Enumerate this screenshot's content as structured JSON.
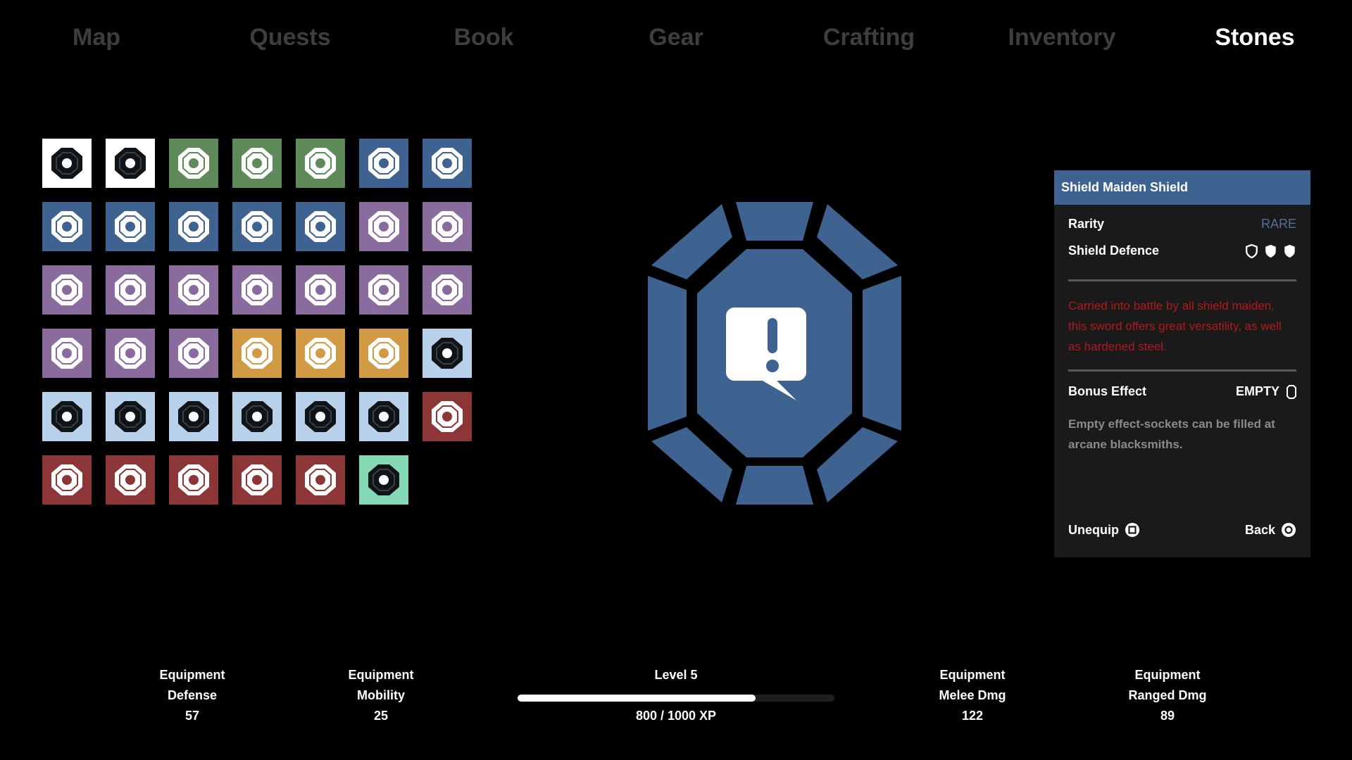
{
  "nav": {
    "tabs": [
      {
        "label": "Map",
        "active": false
      },
      {
        "label": "Quests",
        "active": false
      },
      {
        "label": "Book",
        "active": false
      },
      {
        "label": "Gear",
        "active": false
      },
      {
        "label": "Crafting",
        "active": false
      },
      {
        "label": "Inventory",
        "active": false
      },
      {
        "label": "Stones",
        "active": true
      }
    ]
  },
  "colors": {
    "white": "#ffffff",
    "green": "#5e8a5a",
    "blue": "#3f6390",
    "purple": "#8a6b9e",
    "orange": "#d19a45",
    "lightblue": "#b9d2ec",
    "red": "#8d3638",
    "mint": "#86d9b5",
    "panel_header": "#3f6390",
    "rarity": "#52709a",
    "description_red": "#b2191b"
  },
  "stones": [
    {
      "color": "white",
      "icon": "x-icon"
    },
    {
      "color": "white",
      "icon": "runner-icon"
    },
    {
      "color": "green",
      "icon": "paw-icon"
    },
    {
      "color": "green",
      "icon": "anvil-icon"
    },
    {
      "color": "green",
      "icon": "turtle-icon"
    },
    {
      "color": "blue",
      "icon": "alert-bubble-icon"
    },
    {
      "color": "blue",
      "icon": "crossed-tools-icon"
    },
    {
      "color": "blue",
      "icon": "magnifier-icon"
    },
    {
      "color": "blue",
      "icon": "house-icon"
    },
    {
      "color": "blue",
      "icon": "globe-icon"
    },
    {
      "color": "blue",
      "icon": "chair-icon"
    },
    {
      "color": "blue",
      "icon": "cloud-icon"
    },
    {
      "color": "purple",
      "icon": "claw-icon"
    },
    {
      "color": "purple",
      "icon": "skull-icon"
    },
    {
      "color": "purple",
      "icon": "wolf-icon"
    },
    {
      "color": "purple",
      "icon": "phone-icon"
    },
    {
      "color": "purple",
      "icon": "candles-icon"
    },
    {
      "color": "purple",
      "icon": "ring-icon"
    },
    {
      "color": "purple",
      "icon": "axes-icon"
    },
    {
      "color": "purple",
      "icon": "spider-icon"
    },
    {
      "color": "purple",
      "icon": "flame-icon"
    },
    {
      "color": "purple",
      "icon": "snowflake-icon"
    },
    {
      "color": "purple",
      "icon": "scroll-icon"
    },
    {
      "color": "purple",
      "icon": "bars-icon"
    },
    {
      "color": "orange",
      "icon": "map-icon"
    },
    {
      "color": "orange",
      "icon": "shield-icon"
    },
    {
      "color": "orange",
      "icon": "horn-icon"
    },
    {
      "color": "lightblue",
      "icon": "cauldron-icon"
    },
    {
      "color": "lightblue",
      "icon": "umbrella-icon"
    },
    {
      "color": "lightblue",
      "icon": "owl-icon"
    },
    {
      "color": "lightblue",
      "icon": "palm-icon"
    },
    {
      "color": "lightblue",
      "icon": "feather-icon"
    },
    {
      "color": "lightblue",
      "icon": "fire-icon"
    },
    {
      "color": "lightblue",
      "icon": "circle-shield-icon"
    },
    {
      "color": "red",
      "icon": "antler-icon"
    },
    {
      "color": "red",
      "icon": "torch-icon"
    },
    {
      "color": "red",
      "icon": "sword-icon"
    },
    {
      "color": "red",
      "icon": "leaf-icon"
    },
    {
      "color": "red",
      "icon": "tornado-icon"
    },
    {
      "color": "red",
      "icon": "hourglass-icon"
    },
    {
      "color": "mint",
      "icon": "campfire-icon"
    }
  ],
  "selected_stone": {
    "color": "blue",
    "icon": "alert-bubble-icon"
  },
  "panel": {
    "title": "Shield Maiden Shield",
    "rarity_label": "Rarity",
    "rarity_value": "RARE",
    "shield_defence_label": "Shield Defence",
    "shield_defence_icons": [
      "shield-outline-icon",
      "shield-filled-icon",
      "shield-filled-icon"
    ],
    "description": "Carried into battle by all shield maiden, this sword offers great versatility, as well as hardened steel.",
    "bonus_label": "Bonus Effect",
    "bonus_value": "EMPTY",
    "bonus_icon": "empty-socket-icon",
    "bonus_description": "Empty effect-sockets can be filled at arcane blacksmiths.",
    "unequip_label": "Unequip",
    "unequip_icon": "square-button-icon",
    "back_label": "Back",
    "back_icon": "circle-button-icon"
  },
  "stats": {
    "defense": {
      "label1": "Equipment",
      "label2": "Defense",
      "value": "57"
    },
    "mobility": {
      "label1": "Equipment",
      "label2": "Mobility",
      "value": "25"
    },
    "melee": {
      "label1": "Equipment",
      "label2": "Melee Dmg",
      "value": "122"
    },
    "ranged": {
      "label1": "Equipment",
      "label2": "Ranged Dmg",
      "value": "89"
    }
  },
  "level": {
    "label": "Level 5",
    "xp_text": "800 / 1000 XP",
    "progress": 0.75
  }
}
